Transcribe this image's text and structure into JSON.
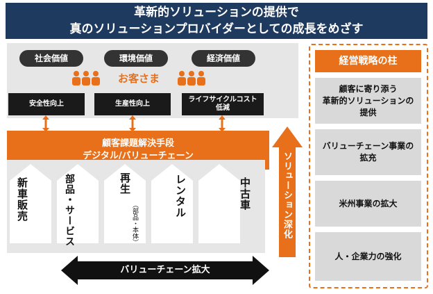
{
  "header": {
    "line1": "革新的ソリューションの提供で",
    "line2": "真のソリューションプロバイダーとしての成長をめざす"
  },
  "values": {
    "social": "社会価値",
    "environmental": "環境価値",
    "economic": "経済価値"
  },
  "customers": "お客さま",
  "benefits": {
    "safety": "安全性向上",
    "productivity": "生産性向上",
    "lifecycle_line1": "ライフサイクルコスト",
    "lifecycle_line2": "低減"
  },
  "solution_means": {
    "line1": "顧客課題解決手段",
    "line2": "デジタル/バリューチェーン"
  },
  "value_chain": {
    "new_car_sales": "新車販売",
    "parts_service": "部品・サービス",
    "rebuild": "再生",
    "rebuild_note": "（部品・本体）",
    "rental": "レンタル",
    "used": "中古車"
  },
  "chain_expansion": "バリューチェーン拡大",
  "solution_deepening": "ソリューション深化",
  "strategy": {
    "title": "経営戦略の柱",
    "items": [
      {
        "line1": "顧客に寄り添う",
        "line2": "革新的ソリューションの",
        "line3": "提供"
      },
      {
        "line1": "バリューチェーン事業の",
        "line2": "拡充"
      },
      {
        "line1": "米州事業の拡大"
      },
      {
        "line1": "人・企業力の強化"
      }
    ]
  },
  "colors": {
    "navy": "#1f3a5f",
    "orange": "#e8701a",
    "panel_gray": "#e6e6e6",
    "strategy_gray": "#d9d9d9"
  }
}
